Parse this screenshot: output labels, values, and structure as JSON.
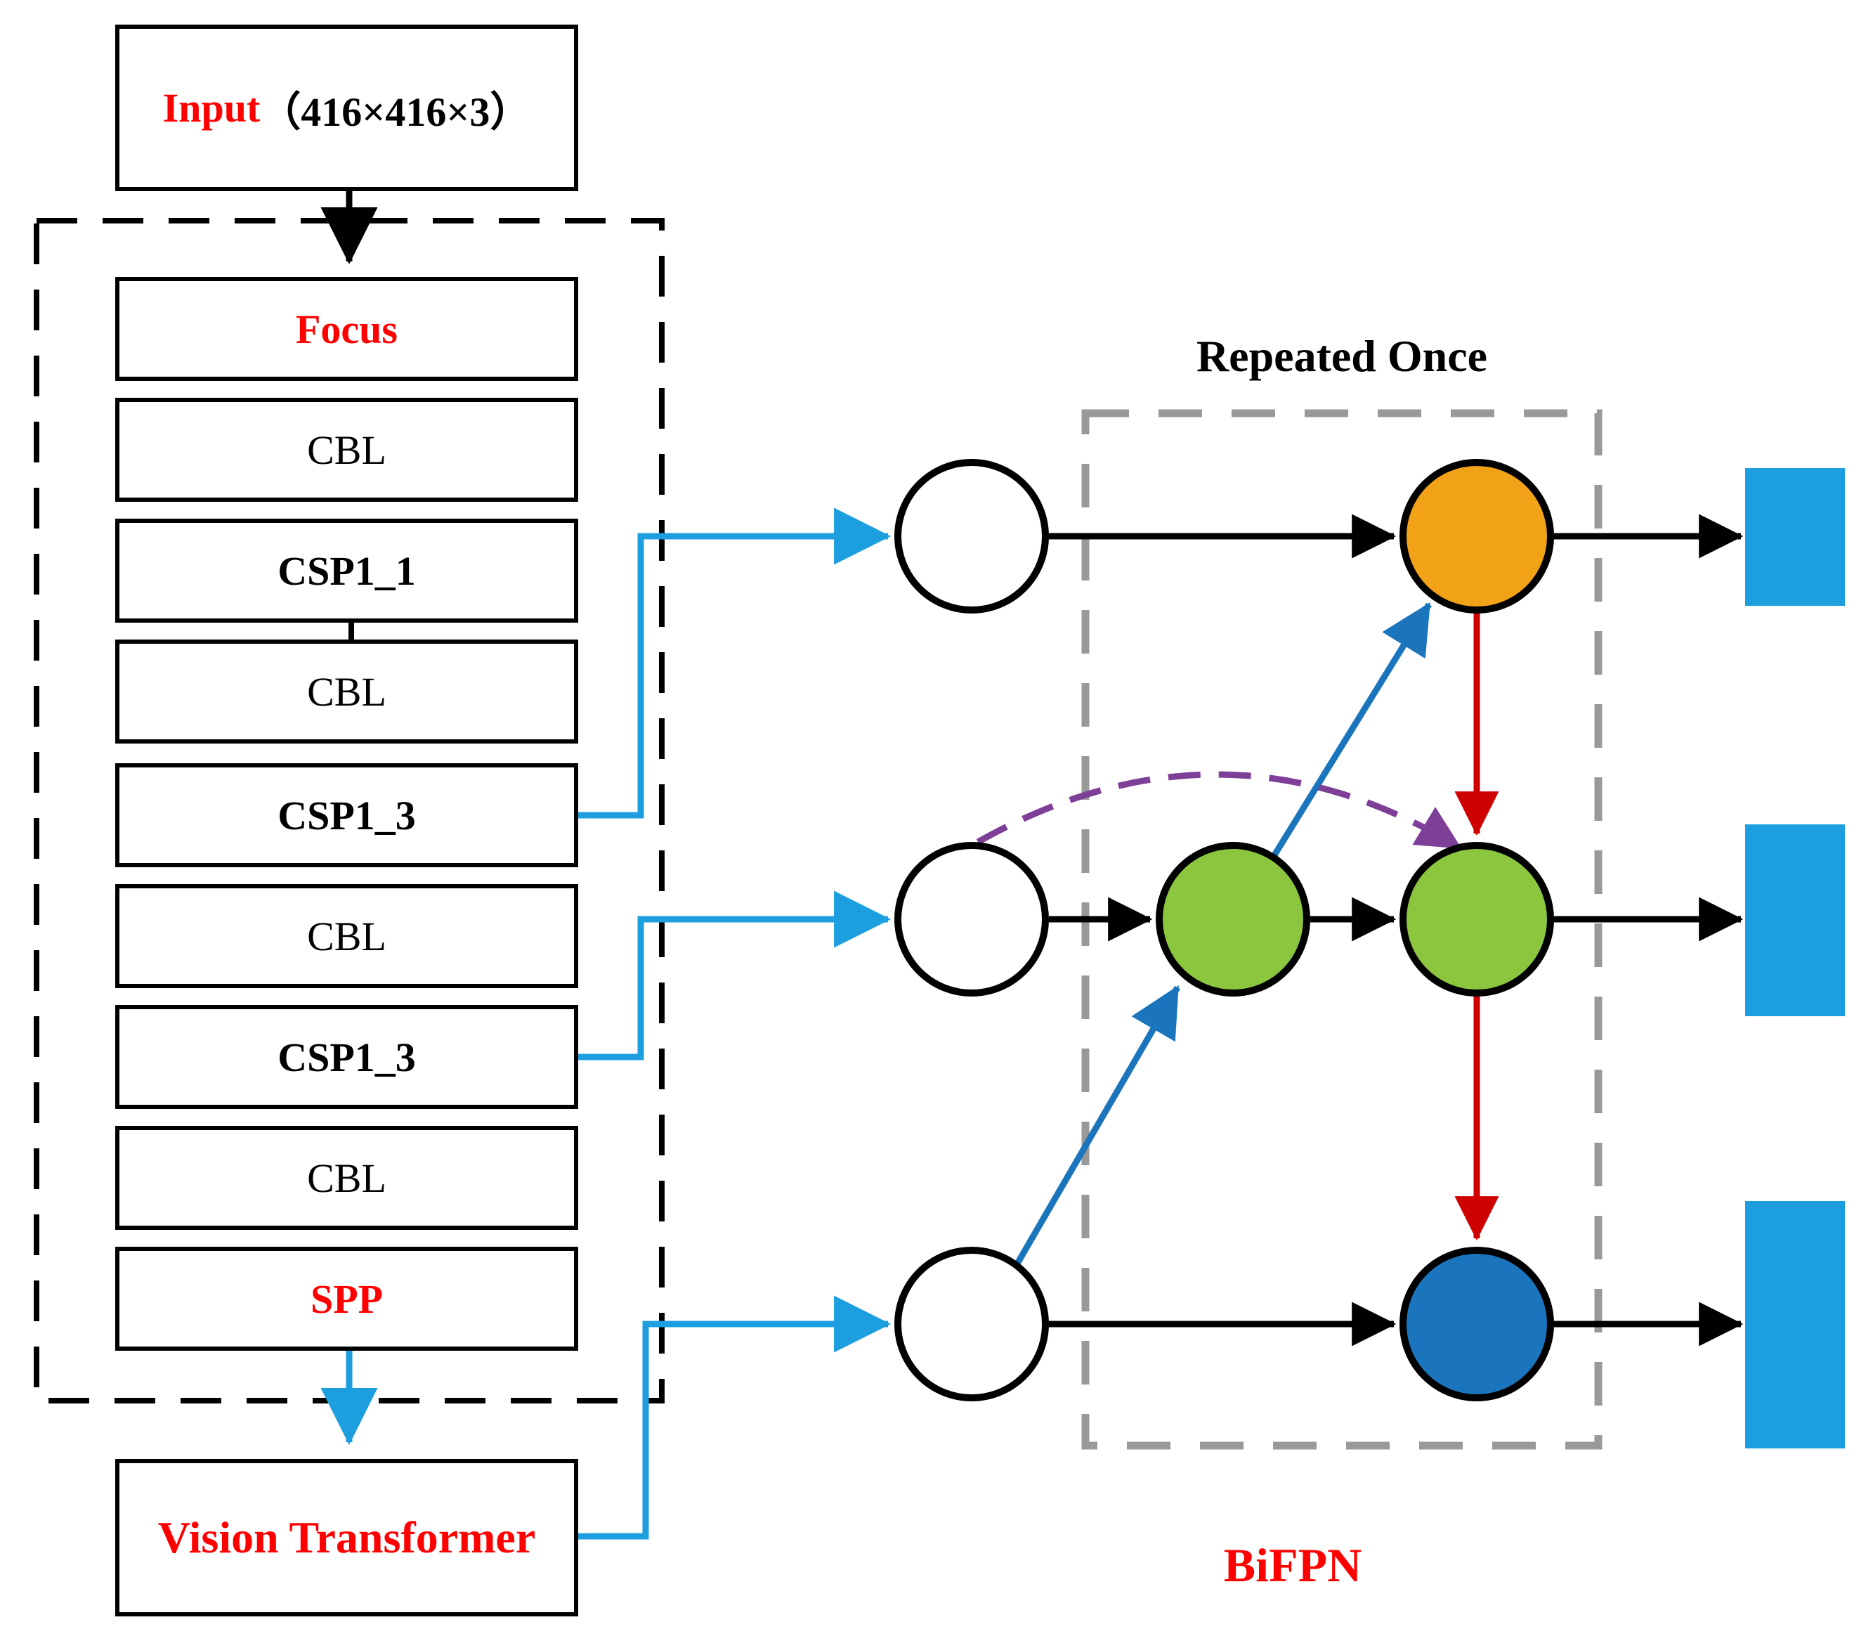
{
  "palette": {
    "red_text": "#FF0000",
    "orange": "#F2A216",
    "green": "#8CC63F",
    "dark_blue": "#1B75BC",
    "light_blue": "#1D9FDF",
    "dark_red": "#CE0000",
    "purple": "#7D3F98",
    "gray": "#999999",
    "black": "#000000",
    "white": "#FFFFFF"
  },
  "input_box": {
    "title": "Input",
    "dims": "（416×416×3）"
  },
  "backbone": {
    "boxes": [
      {
        "label": "Focus"
      },
      {
        "label": "CBL"
      },
      {
        "label": "CSP1_1"
      },
      {
        "label": "CBL"
      },
      {
        "label": "CSP1_3"
      },
      {
        "label": "CBL"
      },
      {
        "label": "CSP1_3"
      },
      {
        "label": "CBL"
      },
      {
        "label": "SPP"
      }
    ]
  },
  "vision_transformer": {
    "label": "Vision Transformer"
  },
  "bifpn": {
    "repeated_label": "Repeated Once",
    "title": "BiFPN"
  }
}
